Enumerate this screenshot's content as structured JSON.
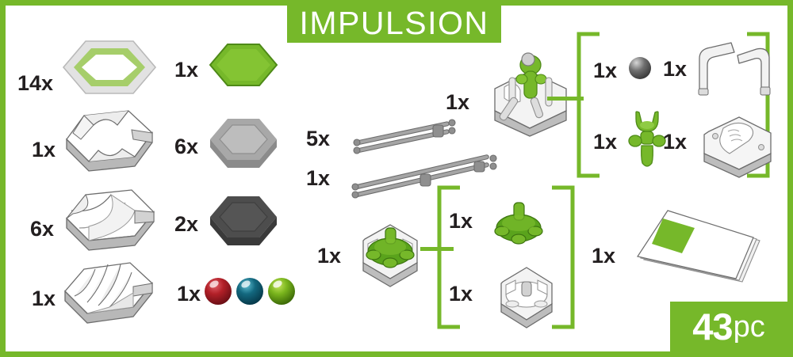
{
  "title": "IMPULSION",
  "piece_count": {
    "number": "43",
    "unit": "pc"
  },
  "colors": {
    "brand_green": "#76b82a",
    "light_green": "#a6ce6a",
    "dark_text": "#231f20",
    "tile_gray": "#d8d8d8",
    "mid_gray": "#9a9a9a",
    "dark_hex": "#4a4a4a",
    "marble_red": "#a81f28",
    "marble_teal": "#13687f",
    "marble_green": "#7ab51d"
  },
  "columns": {
    "left": [
      {
        "qty": "14x",
        "name": "base-plate-hex",
        "label": "Hexagonal base plate"
      },
      {
        "qty": "1x",
        "name": "catcher-tile",
        "label": "Catcher tile"
      },
      {
        "qty": "6x",
        "name": "curve-tile",
        "label": "Curve tile"
      },
      {
        "qty": "1x",
        "name": "splitter-tile",
        "label": "Splitter tile"
      }
    ],
    "second": [
      {
        "qty": "1x",
        "name": "green-hex-tile",
        "label": "Green hexagon tile"
      },
      {
        "qty": "6x",
        "name": "gray-hex-tile",
        "label": "Gray hexagon tile"
      },
      {
        "qty": "2x",
        "name": "dark-hex-tile",
        "label": "Dark hexagon tile"
      },
      {
        "qty": "1x",
        "name": "marble-set",
        "label": "Marbles"
      }
    ]
  },
  "rails": [
    {
      "qty": "5x",
      "name": "short-rail",
      "label": "Short rail"
    },
    {
      "qty": "1x",
      "name": "long-rail",
      "label": "Long rail"
    }
  ],
  "launcher": {
    "qty": "1x",
    "name": "impulse-launcher",
    "label": "Impulse launcher assembly",
    "parts": [
      {
        "qty": "1x",
        "name": "ball-head-part",
        "label": "Ball head"
      },
      {
        "qty": "1x",
        "name": "white-limbs-part",
        "label": "White limb pieces"
      },
      {
        "qty": "1x",
        "name": "green-torso-part",
        "label": "Green torso"
      },
      {
        "qty": "1x",
        "name": "launcher-base-part",
        "label": "Launcher base"
      }
    ]
  },
  "spinner": {
    "qty": "1x",
    "name": "spinner-assembly",
    "label": "Spinner assembly",
    "parts": [
      {
        "qty": "1x",
        "name": "green-spinner-top-part",
        "label": "Green spinner top"
      },
      {
        "qty": "1x",
        "name": "spinner-base-part",
        "label": "Spinner hex base"
      }
    ]
  },
  "manual": {
    "qty": "1x",
    "name": "instruction-manual",
    "label": "Instruction manual"
  }
}
